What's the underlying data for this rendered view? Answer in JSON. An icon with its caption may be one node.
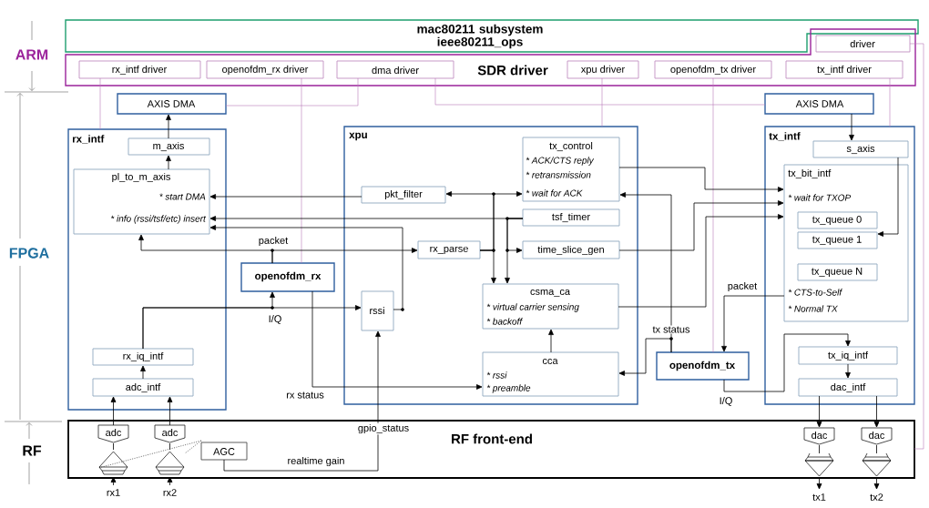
{
  "diagram": {
    "nodes": [
      {
        "text": [
          "mac80211 subsystem ieee80211_ops"
        ]
      },
      {
        "text": [
          "SDR driver"
        ]
      },
      {
        "text": [
          "rx_intf driver"
        ],
        "in": 1
      },
      {
        "text": [
          "openofdm_rx driver"
        ],
        "in": 1
      },
      {
        "text": [
          "dma driver"
        ],
        "in": 1
      },
      {
        "text": [
          "xpu driver"
        ],
        "in": 1
      },
      {
        "text": [
          "openofdm_tx driver"
        ],
        "in": 1
      },
      {
        "text": [
          "tx_intf driver"
        ],
        "in": 1
      },
      {
        "text": [
          "driver"
        ],
        "in": 1
      },
      {
        "text": [
          "AXIS DMA"
        ]
      },
      {
        "text": [
          "rx_intf"
        ]
      },
      {
        "text": [
          "m_axis"
        ],
        "in": 10
      },
      {
        "text": [
          "pl_to_m_axis",
          "* start DMA",
          "* info (rssi/tsf/etc) insert"
        ],
        "in": 10
      },
      {
        "text": [
          "rx_iq_intf"
        ],
        "in": 10
      },
      {
        "text": [
          "adc_intf"
        ],
        "in": 10
      },
      {
        "text": [
          "openofdm_rx"
        ]
      },
      {
        "text": [
          "xpu"
        ]
      },
      {
        "text": [
          "pkt_filter"
        ],
        "in": 16
      },
      {
        "text": [
          "tx_control",
          "* ACK/CTS reply",
          "* retransmission",
          "* wait for ACK"
        ],
        "in": 16
      },
      {
        "text": [
          "tsf_timer"
        ],
        "in": 16
      },
      {
        "text": [
          "rx_parse"
        ],
        "in": 16
      },
      {
        "text": [
          "time_slice_gen"
        ],
        "in": 16
      },
      {
        "text": [
          "rssi"
        ],
        "in": 16
      },
      {
        "text": [
          "csma_ca",
          "* virtual carrier sensing",
          "* backoff"
        ],
        "in": 16
      },
      {
        "text": [
          "cca",
          "* rssi",
          "* preamble"
        ],
        "in": 16
      },
      {
        "text": [
          "openofdm_tx"
        ]
      },
      {
        "text": [
          "AXIS DMA"
        ]
      },
      {
        "text": [
          "tx_intf"
        ]
      },
      {
        "text": [
          "s_axis"
        ],
        "in": 27
      },
      {
        "text": [
          "tx_bit_intf",
          "* wait for TXOP",
          "* CTS-to-Self",
          "* Normal TX"
        ],
        "in": 27
      },
      {
        "text": [
          "tx_queue 0"
        ],
        "in": 29
      },
      {
        "text": [
          "tx_queue 1"
        ],
        "in": 29
      },
      {
        "text": [
          "tx_queue N"
        ],
        "in": 29
      },
      {
        "text": [
          "tx_iq_intf"
        ],
        "in": 27
      },
      {
        "text": [
          "dac_intf"
        ],
        "in": 27
      },
      {
        "text": [
          "RF front-end"
        ]
      },
      {
        "text": [
          "adc"
        ],
        "in": 35
      },
      {
        "text": [
          "adc"
        ],
        "in": 35
      },
      {
        "text": [
          "AGC"
        ],
        "in": 35
      },
      {
        "text": [
          "dac"
        ],
        "in": 35
      },
      {
        "text": [
          "dac"
        ],
        "in": 35
      },
      {
        "text": [],
        "shape": "triangle",
        "in": 35
      },
      {
        "text": [],
        "shape": "triangle",
        "in": 35
      },
      {
        "text": [],
        "shape": "triangle",
        "in": 35
      },
      {
        "text": [],
        "shape": "triangle",
        "in": 35
      },
      {
        "text": [
          "rx1"
        ]
      },
      {
        "text": [
          "rx2"
        ]
      },
      {
        "text": [
          "tx1"
        ]
      },
      {
        "text": [
          "tx2"
        ]
      }
    ],
    "edges": [
      {
        "from": 2,
        "to": 10,
        "arrow": "none",
        "color": "#b878b8"
      },
      {
        "from": 3,
        "to": 15,
        "arrow": "none",
        "color": "#b878b8"
      },
      {
        "from": 4,
        "to": 9,
        "arrow": "none",
        "color": "#b878b8"
      },
      {
        "from": 4,
        "to": 26,
        "arrow": "none",
        "color": "#b878b8"
      },
      {
        "from": 5,
        "to": 16,
        "arrow": "none",
        "color": "#b878b8"
      },
      {
        "from": 6,
        "to": 25,
        "arrow": "none",
        "color": "#b878b8"
      },
      {
        "from": 7,
        "to": 27,
        "arrow": "none",
        "color": "#b878b8"
      },
      {
        "from": 8,
        "to": 35,
        "arrow": "none",
        "color": "#b878b8"
      },
      {
        "from": 11,
        "to": 9,
        "arrow": "to"
      },
      {
        "from": 12,
        "to": 11,
        "arrow": "to"
      },
      {
        "from": 17,
        "to": 12,
        "arrow": "to"
      },
      {
        "from": 19,
        "to": 12,
        "arrow": "to"
      },
      {
        "from": 22,
        "to": 12,
        "arrow": "to"
      },
      {
        "from": 15,
        "to": 20,
        "arrow": "to",
        "label": "packet"
      },
      {
        "from": 15,
        "to": 12,
        "arrow": "to"
      },
      {
        "from": 13,
        "to": 15,
        "arrow": "to",
        "label": "I/Q"
      },
      {
        "from": 13,
        "to": 22,
        "arrow": "to"
      },
      {
        "from": 14,
        "to": 13,
        "arrow": "to"
      },
      {
        "from": 36,
        "to": 14,
        "arrow": "to"
      },
      {
        "from": 37,
        "to": 14,
        "arrow": "to"
      },
      {
        "from": 15,
        "to": 24,
        "arrow": "to",
        "label": "rx status"
      },
      {
        "from": 38,
        "to": 22,
        "arrow": "to",
        "label": "realtime gain"
      },
      {
        "from": 20,
        "to": 17,
        "arrow": "to"
      },
      {
        "from": 20,
        "to": 18,
        "arrow": "to"
      },
      {
        "from": 20,
        "to": 23,
        "arrow": "to"
      },
      {
        "from": 19,
        "to": 23,
        "arrow": "to"
      },
      {
        "from": 19,
        "to": 21,
        "arrow": "to"
      },
      {
        "from": 18,
        "to": 29,
        "arrow": "to"
      },
      {
        "from": 21,
        "to": 29,
        "arrow": "to"
      },
      {
        "from": 23,
        "to": 29,
        "arrow": "to"
      },
      {
        "from": 25,
        "to": 18,
        "arrow": "to",
        "label": "tx status"
      },
      {
        "from": 25,
        "to": 24,
        "arrow": "to"
      },
      {
        "from": 24,
        "to": 23,
        "arrow": "to"
      },
      {
        "from": 26,
        "to": 28,
        "arrow": "to"
      },
      {
        "from": 28,
        "to": 31,
        "arrow": "to"
      },
      {
        "from": 29,
        "to": 25,
        "arrow": "to",
        "label": "packet"
      },
      {
        "from": 25,
        "to": 33,
        "arrow": "to",
        "label": "I/Q"
      },
      {
        "from": 33,
        "to": 34,
        "arrow": "to"
      },
      {
        "from": 34,
        "to": 39,
        "arrow": "to"
      },
      {
        "from": 34,
        "to": 40,
        "arrow": "to"
      },
      {
        "from": 39,
        "to": 43,
        "arrow": "none"
      },
      {
        "from": 40,
        "to": 44,
        "arrow": "none"
      },
      {
        "from": 43,
        "to": 47,
        "arrow": "to"
      },
      {
        "from": 44,
        "to": 48,
        "arrow": "to"
      },
      {
        "from": 45,
        "to": 41,
        "arrow": "to"
      },
      {
        "from": 46,
        "to": 42,
        "arrow": "to"
      },
      {
        "from": 41,
        "to": 36,
        "arrow": "none"
      },
      {
        "from": 42,
        "to": 37,
        "arrow": "none"
      },
      {
        "from": 38,
        "to": 41,
        "arrow": "none",
        "style": "dashed"
      },
      {
        "from": 38,
        "to": 42,
        "arrow": "none",
        "style": "dashed"
      }
    ],
    "labels": [
      "ARM",
      "FPGA",
      "gpio_status",
      "RF"
    ]
  }
}
